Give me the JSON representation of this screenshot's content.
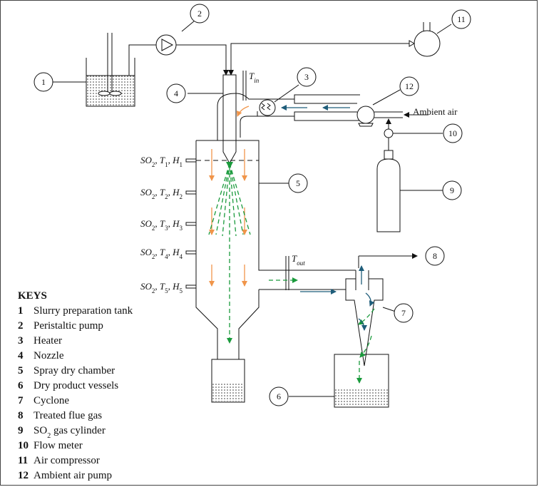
{
  "callouts": [
    "1",
    "2",
    "3",
    "4",
    "5",
    "6",
    "7",
    "8",
    "9",
    "10",
    "11",
    "12"
  ],
  "labels": {
    "tin_main": "T",
    "tin_sub": "in",
    "tout_main": "T",
    "tout_sub": "out",
    "ambient_air": "Ambient air",
    "sensors": [
      {
        "a": "SO",
        "a_sub": "2",
        "t": ", T",
        "t_sub": "1",
        "h": ", H",
        "h_sub": "1"
      },
      {
        "a": "SO",
        "a_sub": "2",
        "t": ", T",
        "t_sub": "2",
        "h": ", H",
        "h_sub": "2"
      },
      {
        "a": "SO",
        "a_sub": "2",
        "t": ", T",
        "t_sub": "3",
        "h": ", H",
        "h_sub": "3"
      },
      {
        "a": "SO",
        "a_sub": "2",
        "t": ", T",
        "t_sub": "4",
        "h": ", H",
        "h_sub": "4"
      },
      {
        "a": "SO",
        "a_sub": "2",
        "t": ", T",
        "t_sub": "5",
        "h": ", H",
        "h_sub": "5"
      }
    ]
  },
  "keys": {
    "title": "KEYS",
    "items": [
      {
        "no": "1",
        "text": "Slurry preparation tank"
      },
      {
        "no": "2",
        "text": "Peristaltic pump"
      },
      {
        "no": "3",
        "text": "Heater"
      },
      {
        "no": "4",
        "text": "Nozzle"
      },
      {
        "no": "5",
        "text": "Spray dry chamber"
      },
      {
        "no": "6",
        "text": "Dry product vessels"
      },
      {
        "no": "7",
        "text": "Cyclone"
      },
      {
        "no": "8",
        "text": "Treated flue gas"
      },
      {
        "no": "9",
        "text": "SO",
        "sub": "2",
        "rest": " gas cylinder"
      },
      {
        "no": "10",
        "text": "Flow meter"
      },
      {
        "no": "11",
        "text": "Air compressor"
      },
      {
        "no": "12",
        "text": "Ambient air pump"
      }
    ]
  },
  "colors": {
    "line": "#111111",
    "spray": "#1a9a3c",
    "hot_air": "#f0954a",
    "air_flow": "#1f5d7a"
  }
}
